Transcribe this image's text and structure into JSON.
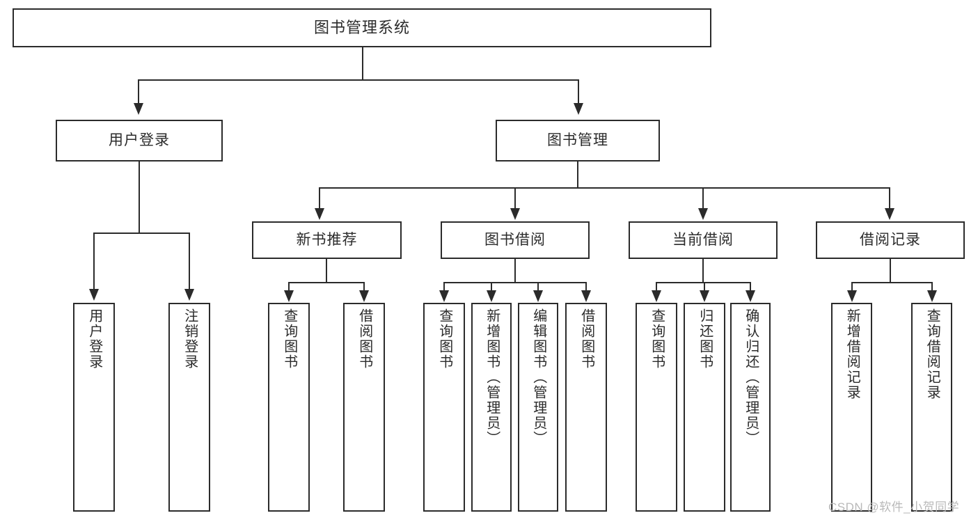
{
  "diagram": {
    "type": "tree",
    "title": "图书管理系统",
    "root": {
      "label": "图书管理系统"
    },
    "level2": [
      {
        "label": "用户登录"
      },
      {
        "label": "图书管理"
      }
    ],
    "level3": [
      {
        "label": "新书推荐"
      },
      {
        "label": "图书借阅"
      },
      {
        "label": "当前借阅"
      },
      {
        "label": "借阅记录"
      }
    ],
    "leaves": {
      "user_login": [
        {
          "label": "用户登录"
        },
        {
          "label": "注销登录"
        }
      ],
      "new_book": [
        {
          "label": "查询图书"
        },
        {
          "label": "借阅图书"
        }
      ],
      "book_borrow": [
        {
          "label": "查询图书"
        },
        {
          "label": "新增图书（管理员）"
        },
        {
          "label": "编辑图书（管理员）"
        },
        {
          "label": "借阅图书"
        }
      ],
      "current_borrow": [
        {
          "label": "查询图书"
        },
        {
          "label": "归还图书"
        },
        {
          "label": "确认归还（管理员）"
        }
      ],
      "borrow_record": [
        {
          "label": "新增借阅记录"
        },
        {
          "label": "查询借阅记录"
        }
      ]
    }
  },
  "watermark": {
    "text": "CSDN @软件_小贺同学"
  },
  "colors": {
    "stroke": "#2b2b2b",
    "fill": "#ffffff",
    "watermark": "#b9b9b9"
  }
}
